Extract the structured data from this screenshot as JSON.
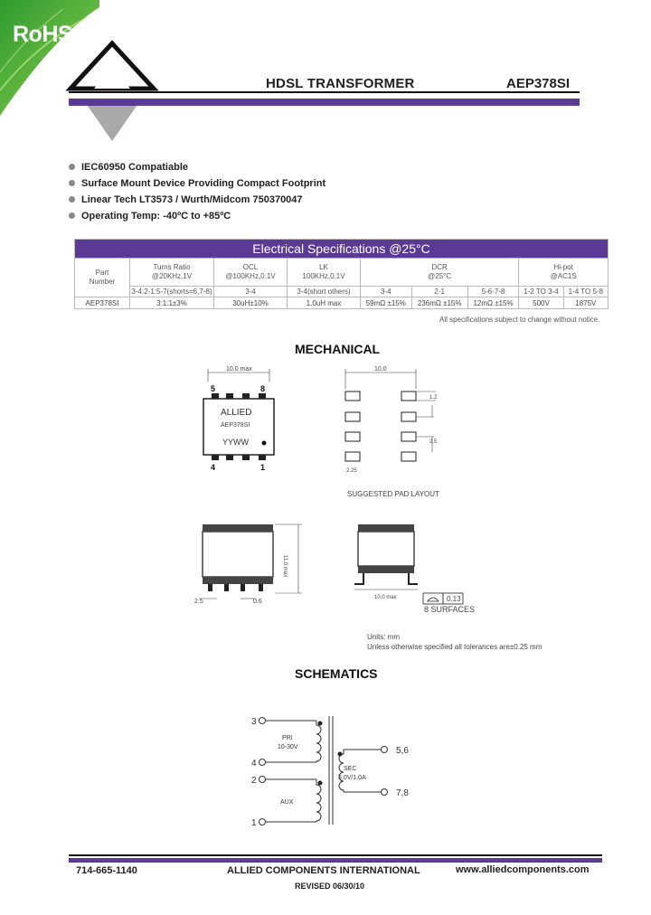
{
  "badge": {
    "text": "RoHS"
  },
  "header": {
    "title": "HDSL TRANSFORMER",
    "part_number": "AEP378SI"
  },
  "features": [
    "IEC60950 Compatiable",
    "Surface Mount Device Providing Compact Footprint",
    "Linear Tech LT3573 / Wurth/Midcom 750370047",
    "Operating Temp: -40ºC to +85ºC"
  ],
  "spec": {
    "title": "Electrical Specifications @25°C",
    "col_part": [
      "Part",
      "Number"
    ],
    "col_turns": [
      "Turns Ratio",
      "@20KHz,1V"
    ],
    "col_ocl": [
      "OCL",
      "@100KHz,0.1V"
    ],
    "col_lk": [
      "LK",
      "100KHz,0.1V"
    ],
    "col_dcr": [
      "DCR",
      "@25°C"
    ],
    "col_hipot": [
      "Hi-pot",
      "@AC1S"
    ],
    "sub": [
      "3-4:2-1:5-7(shorts=6,7-8)",
      "3-4",
      "3-4(short others)",
      "3-4",
      "2-1",
      "5-6-7-8",
      "1-2 TO 3-4",
      "1-4 TO 5-8"
    ],
    "row": [
      "AEP378SI",
      "3:1:1±3%",
      "30uH±10%",
      "1.0uH max",
      "59mΩ ±15%",
      "236mΩ ±15%",
      "12mΩ ±15%",
      "500V",
      "1875V"
    ],
    "note": "All specifications subject to change without notice."
  },
  "mechanical": {
    "heading": "MECHANICAL",
    "dim_top": "10.0 max",
    "pin5": "5",
    "pin8": "8",
    "pin4": "4",
    "pin1": "1",
    "mark1": "ALLIED",
    "mark2": "AEP378SI",
    "mark3": "YYWW",
    "pad_top": "10.0",
    "pad_d1": "1.2",
    "pad_d2": "2.5",
    "pad_d3": "2.25",
    "pad_caption": "SUGGESTED PAD LAYOUT",
    "side_h": "11.0 max",
    "side_d1": "2.5",
    "side_d2": "0.6",
    "front_w": "10.0 max",
    "flat": "0.13",
    "surfaces": "8 SURFACES",
    "units": "Units: mm",
    "tol": "Unless otherwise specified all tolerances are±0.25 mm"
  },
  "schematics": {
    "heading": "SCHEMATICS",
    "p3": "3",
    "p4": "4",
    "p2": "2",
    "p1": "1",
    "pri": "PRI",
    "pri_v": "10-30V",
    "aux": "AUX",
    "sec": "SEC",
    "sec_v": "5.0V/1.0A",
    "o56": "5,6",
    "o78": "7,8"
  },
  "footer": {
    "phone": "714-665-1140",
    "company": "ALLIED COMPONENTS INTERNATIONAL",
    "web": "www.alliedcomponents.com",
    "revised": "REVISED 06/30/10"
  },
  "colors": {
    "brand_purple": "#5b3a95",
    "rohs_green": "#3fa535"
  }
}
